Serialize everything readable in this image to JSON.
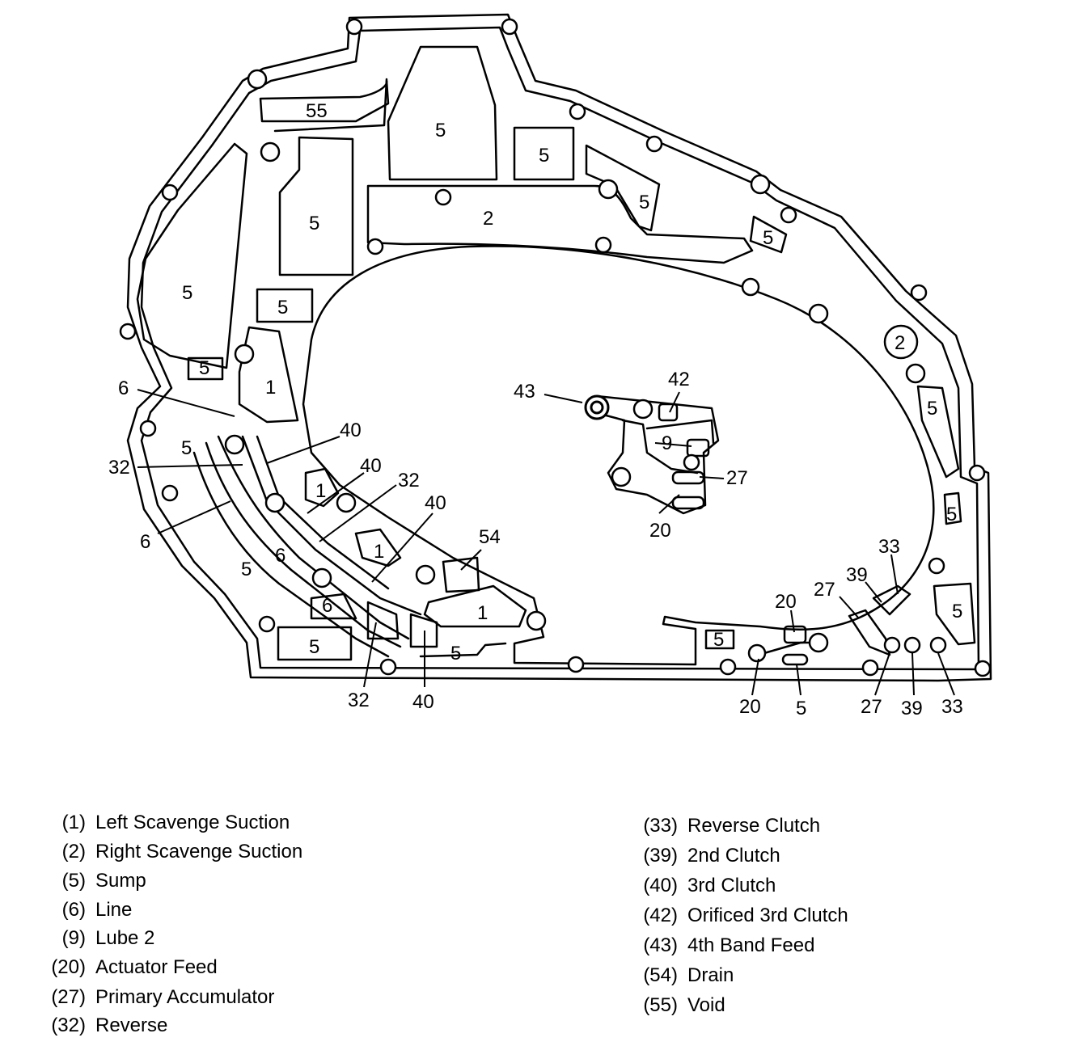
{
  "diagram": {
    "callouts": {
      "c55": "55",
      "c5_top_center": "5",
      "c5_top_box": "5",
      "c5_upper_left": "5",
      "c2_upper": "2",
      "c5_upper_right": "5",
      "c5_right_slot": "5",
      "c5_left_big": "5",
      "c5_left_box": "5",
      "c2_circle": "2",
      "c5_left_small": "5",
      "c1_left": "1",
      "c6_upper": "6",
      "c32_left": "32",
      "c5_left_mid": "5",
      "c40_a": "40",
      "c40_b": "40",
      "c32_mid": "32",
      "c40_c": "40",
      "c6_left": "6",
      "c1_mid": "1",
      "c6_mid": "6",
      "c54": "54",
      "c1_low": "1",
      "c5_left_low": "5",
      "c6_box": "6",
      "c1_bottom": "1",
      "c5_bottom_left": "5",
      "c5_bottom_slot": "5",
      "c32_bottom": "32",
      "c40_bottom": "40",
      "c43": "43",
      "c42": "42",
      "c9": "9",
      "c27_center": "27",
      "c20_center": "20",
      "c5_right_1": "5",
      "c5_right_2": "5",
      "c5_right_3": "5",
      "c33_top": "33",
      "c39_top": "39",
      "c27_top": "27",
      "c20_top": "20",
      "c5_bottom_box": "5",
      "c20_bottom": "20",
      "c5_bottom": "5",
      "c27_bottom": "27",
      "c39_bottom": "39",
      "c33_bottom": "33"
    }
  },
  "legend": {
    "left": [
      {
        "num": "(1)",
        "label": "Left Scavenge Suction"
      },
      {
        "num": "(2)",
        "label": "Right Scavenge Suction"
      },
      {
        "num": "(5)",
        "label": "Sump"
      },
      {
        "num": "(6)",
        "label": "Line"
      },
      {
        "num": "(9)",
        "label": "Lube 2"
      },
      {
        "num": "(20)",
        "label": "Actuator Feed"
      },
      {
        "num": "(27)",
        "label": "Primary Accumulator"
      },
      {
        "num": "(32)",
        "label": "Reverse"
      }
    ],
    "right": [
      {
        "num": "(33)",
        "label": "Reverse Clutch"
      },
      {
        "num": "(39)",
        "label": "2nd Clutch"
      },
      {
        "num": "(40)",
        "label": "3rd Clutch"
      },
      {
        "num": "(42)",
        "label": "Orificed 3rd Clutch"
      },
      {
        "num": "(43)",
        "label": "4th Band Feed"
      },
      {
        "num": "(54)",
        "label": "Drain"
      },
      {
        "num": "(55)",
        "label": "Void"
      }
    ]
  }
}
